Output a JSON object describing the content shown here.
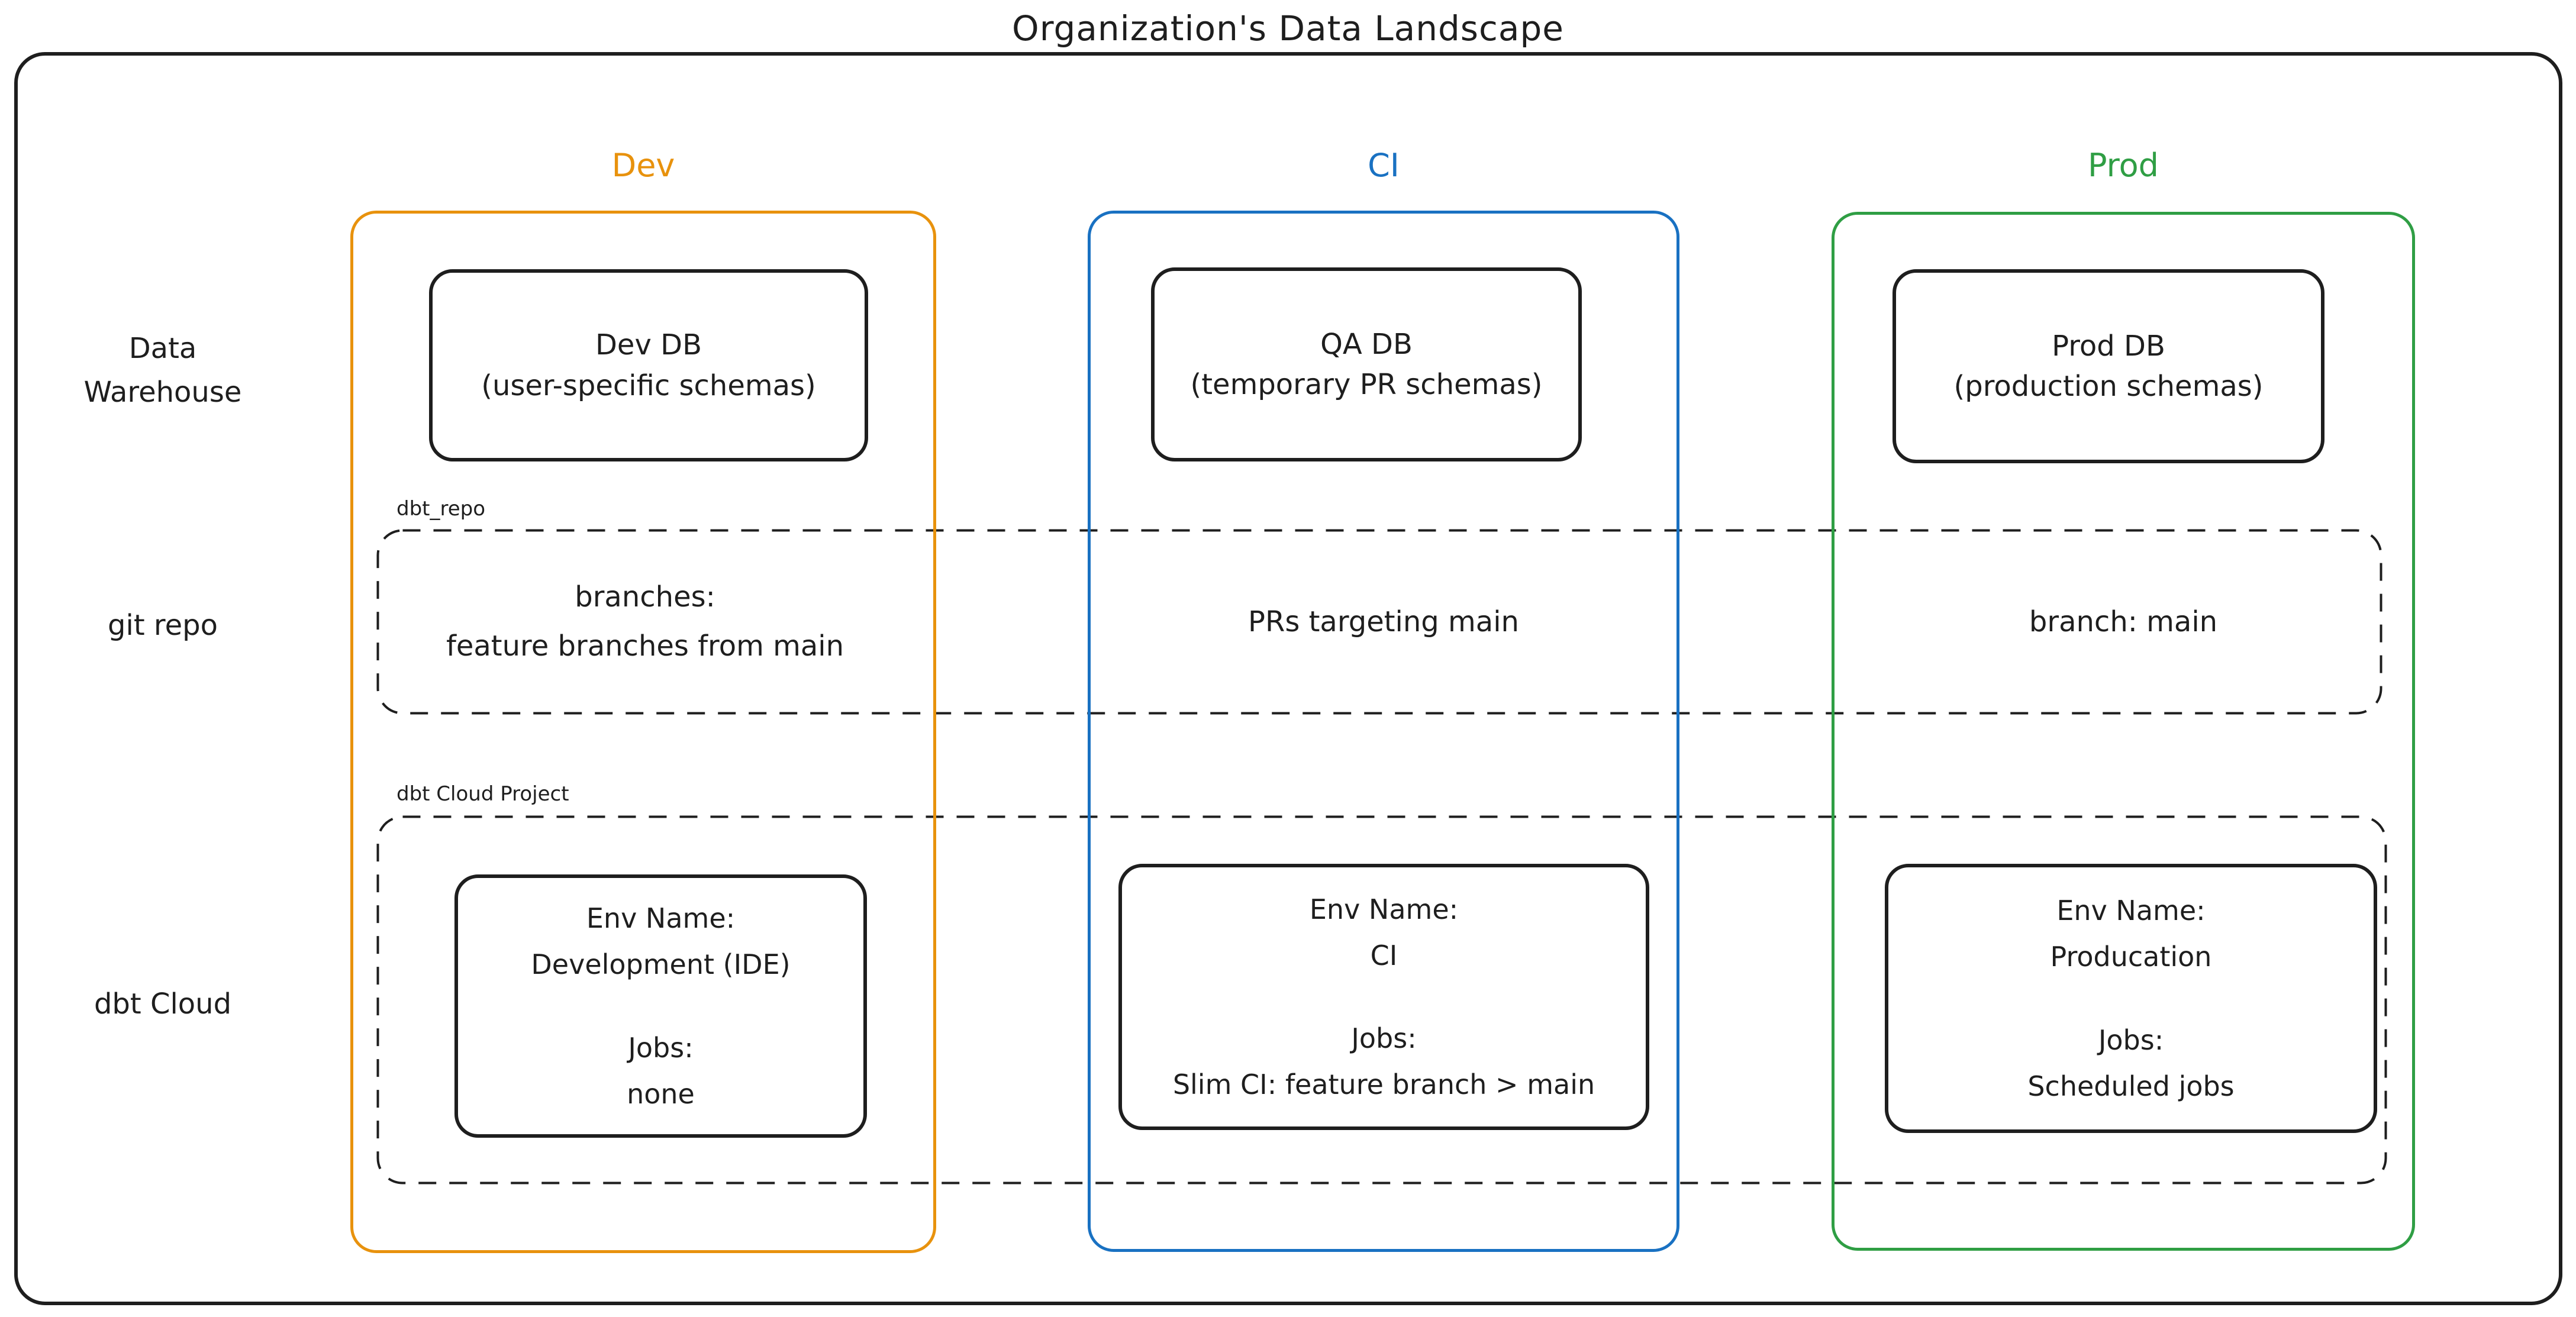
{
  "title": "Organization's Data Landscape",
  "ink_color": "#1e1e1e",
  "row_labels": {
    "warehouse_line1": "Data",
    "warehouse_line2": "Warehouse",
    "git": "git repo",
    "dbt": "dbt Cloud"
  },
  "group_labels": {
    "git_repo": "dbt_repo",
    "dbt_project": "dbt Cloud Project"
  },
  "columns": [
    {
      "id": "dev",
      "header": "Dev",
      "color": "#e8920d",
      "db_line1": "Dev DB",
      "db_line2": "(user-specific schemas)",
      "git_line1": "branches:",
      "git_line2": "feature branches from main",
      "env_label": "Env Name:",
      "env_name": "Development (IDE)",
      "jobs_label": "Jobs:",
      "jobs_value": "none"
    },
    {
      "id": "ci",
      "header": "CI",
      "color": "#1971c2",
      "db_line1": "QA DB",
      "db_line2": "(temporary PR schemas)",
      "git_line1": "PRs targeting main",
      "env_label": "Env Name:",
      "env_name": "CI",
      "jobs_label": "Jobs:",
      "jobs_value": "Slim CI: feature branch > main"
    },
    {
      "id": "prod",
      "header": "Prod",
      "color": "#2f9e44",
      "db_line1": "Prod DB",
      "db_line2": "(production schemas)",
      "git_line1": "branch: main",
      "env_label": "Env Name:",
      "env_name": "Producation",
      "jobs_label": "Jobs:",
      "jobs_value": "Scheduled jobs"
    }
  ]
}
